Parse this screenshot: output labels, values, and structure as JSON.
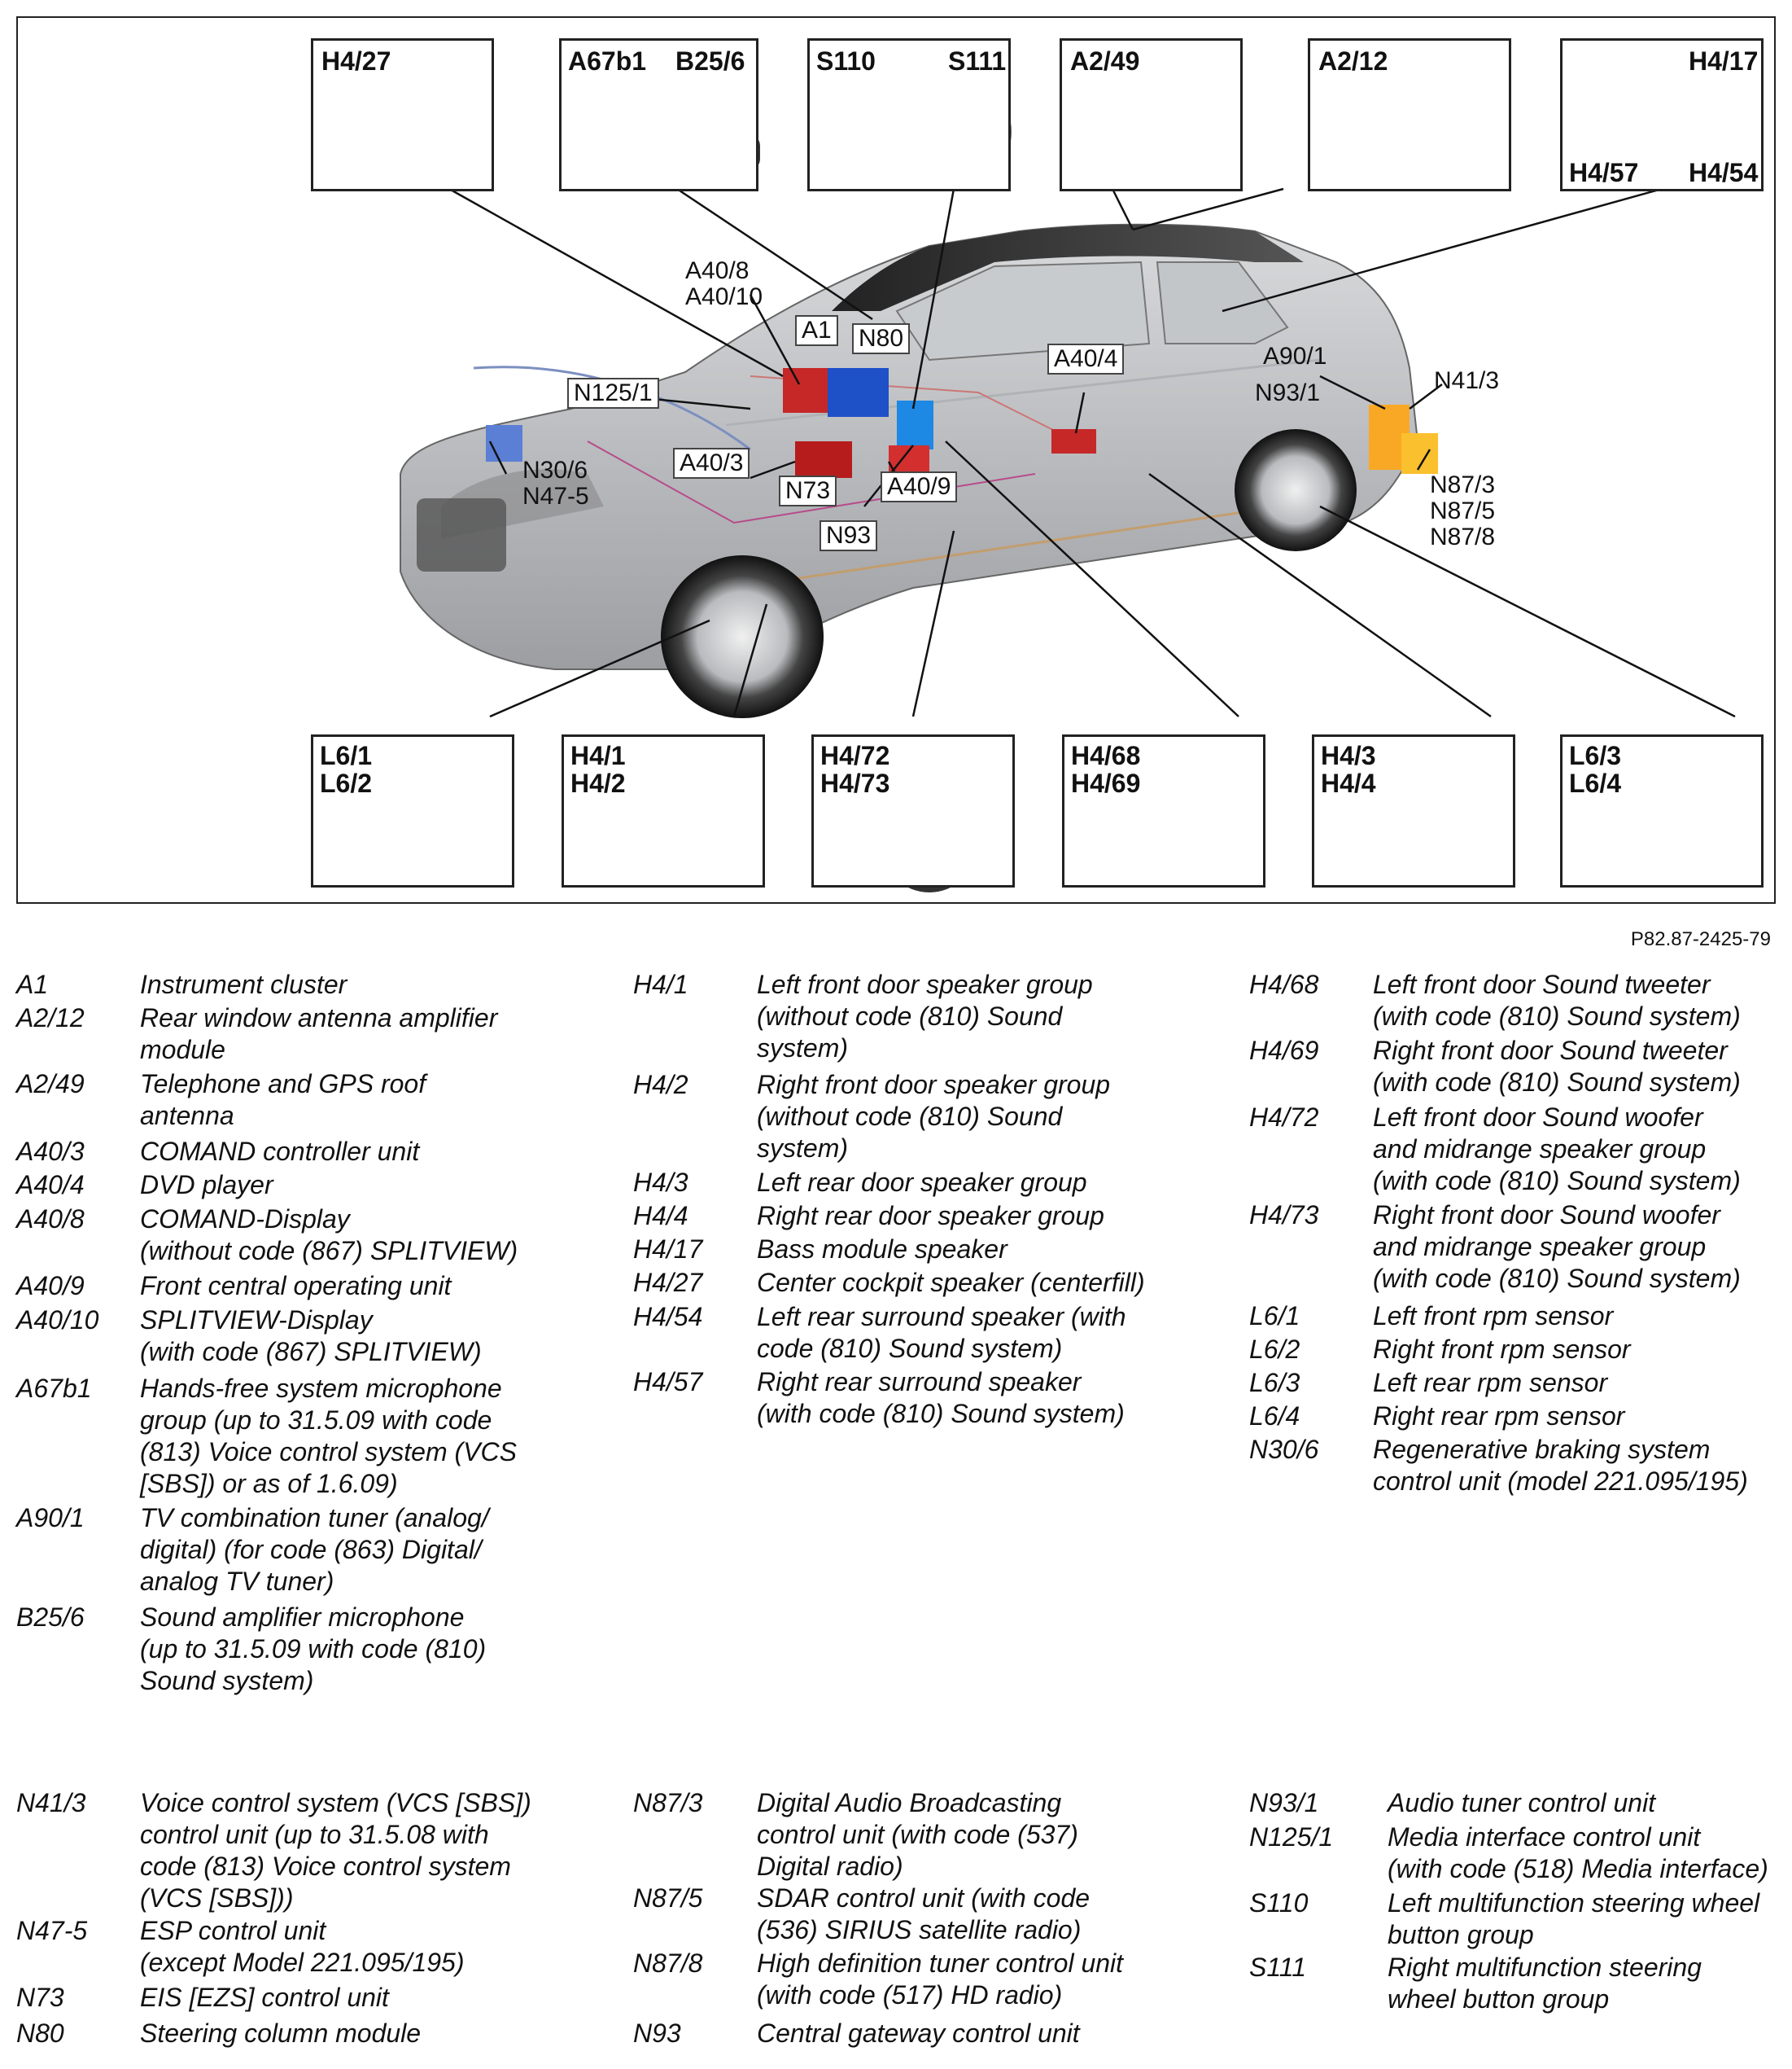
{
  "figure_id": "P82.87-2425-79",
  "top_boxes": [
    {
      "labels": [
        "H4/27"
      ],
      "name": "speaker-puck"
    },
    {
      "labels": [
        "A67b1",
        "B25/6"
      ],
      "name": "mirror"
    },
    {
      "labels": [
        "S110",
        "S111"
      ],
      "name": "steering-wheel"
    },
    {
      "labels": [
        "A2/49"
      ],
      "name": "shark-antenna"
    },
    {
      "labels": [
        "A2/12"
      ],
      "name": "antenna-strip"
    },
    {
      "labels": [
        "H4/17",
        "H4/57",
        "H4/54"
      ],
      "name": "bass-module"
    }
  ],
  "bottom_boxes": [
    {
      "labels": [
        "L6/1\nL6/2"
      ],
      "name": "rpm-sensor"
    },
    {
      "labels": [
        "H4/1\nH4/2"
      ],
      "name": "speaker-group"
    },
    {
      "labels": [
        "H4/72\nH4/73"
      ],
      "name": "woofer"
    },
    {
      "labels": [
        "H4/68\nH4/69"
      ],
      "name": "tweeter"
    },
    {
      "labels": [
        "H4/3\nH4/4"
      ],
      "name": "rear-speaker"
    },
    {
      "labels": [
        "L6/3\nL6/4"
      ],
      "name": "rpm-sensor-rear"
    }
  ],
  "callouts": [
    {
      "text": "A40/8\nA40/10",
      "boxed": false
    },
    {
      "text": "A1",
      "boxed": true
    },
    {
      "text": "N80",
      "boxed": true
    },
    {
      "text": "N125/1",
      "boxed": true
    },
    {
      "text": "N30/6\nN47-5",
      "boxed": false
    },
    {
      "text": "A40/3",
      "boxed": true
    },
    {
      "text": "N73",
      "boxed": true
    },
    {
      "text": "A40/9",
      "boxed": true
    },
    {
      "text": "N93",
      "boxed": true
    },
    {
      "text": "A40/4",
      "boxed": true
    },
    {
      "text": "A90/1",
      "boxed": false
    },
    {
      "text": "N93/1",
      "boxed": false
    },
    {
      "text": "N41/3",
      "boxed": false
    },
    {
      "text": "N87/3\nN87/5\nN87/8",
      "boxed": false
    }
  ],
  "legend": [
    {
      "code": "A1",
      "desc": "Instrument cluster"
    },
    {
      "code": "A2/12",
      "desc": "Rear window antenna amplifier\nmodule"
    },
    {
      "code": "A2/49",
      "desc": "Telephone and GPS roof\nantenna"
    },
    {
      "code": "A40/3",
      "desc": "COMAND controller unit"
    },
    {
      "code": "A40/4",
      "desc": "DVD player"
    },
    {
      "code": "A40/8",
      "desc": "COMAND-Display\n(without code (867) SPLITVIEW)"
    },
    {
      "code": "A40/9",
      "desc": "Front central operating unit"
    },
    {
      "code": "A40/10",
      "desc": "SPLITVIEW-Display\n(with code (867) SPLITVIEW)"
    },
    {
      "code": "A67b1",
      "desc": "Hands-free system microphone\ngroup (up to 31.5.09 with code\n(813) Voice control system (VCS\n[SBS]) or as of 1.6.09)"
    },
    {
      "code": "A90/1",
      "desc": "TV combination tuner (analog/\ndigital) (for code (863) Digital/\nanalog TV tuner)"
    },
    {
      "code": "B25/6",
      "desc": "Sound amplifier microphone\n(up to 31.5.09 with code (810)\nSound system)"
    },
    {
      "code": "H4/1",
      "desc": "Left front door speaker group\n(without code (810) Sound\nsystem)"
    },
    {
      "code": "H4/2",
      "desc": "Right front door speaker group\n(without code (810) Sound\nsystem)"
    },
    {
      "code": "H4/3",
      "desc": "Left rear door speaker group"
    },
    {
      "code": "H4/4",
      "desc": "Right rear door speaker group"
    },
    {
      "code": "H4/17",
      "desc": "Bass module speaker"
    },
    {
      "code": "H4/27",
      "desc": "Center cockpit speaker (centerfill)"
    },
    {
      "code": "H4/54",
      "desc": "Left rear surround speaker (with\ncode (810) Sound system)"
    },
    {
      "code": "H4/57",
      "desc": "Right rear surround speaker\n(with code (810) Sound system)"
    },
    {
      "code": "H4/68",
      "desc": "Left front door Sound tweeter\n(with code (810) Sound system)"
    },
    {
      "code": "H4/69",
      "desc": "Right front door Sound tweeter\n(with code (810) Sound system)"
    },
    {
      "code": "H4/72",
      "desc": "Left front door Sound woofer\nand midrange speaker group\n(with code (810) Sound system)"
    },
    {
      "code": "H4/73",
      "desc": "Right front door Sound woofer\nand midrange speaker group\n(with code (810) Sound system)"
    },
    {
      "code": "L6/1",
      "desc": "Left front rpm sensor"
    },
    {
      "code": "L6/2",
      "desc": "Right front rpm sensor"
    },
    {
      "code": "L6/3",
      "desc": "Left rear rpm sensor"
    },
    {
      "code": "L6/4",
      "desc": "Right rear rpm sensor"
    },
    {
      "code": "N30/6",
      "desc": "Regenerative braking system\ncontrol unit (model 221.095/195)"
    },
    {
      "code": "N41/3",
      "desc": "Voice control system (VCS [SBS])\ncontrol unit (up to 31.5.08 with\ncode (813) Voice control system\n(VCS [SBS]))"
    },
    {
      "code": "N47-5",
      "desc": "ESP control unit\n(except Model 221.095/195)"
    },
    {
      "code": "N73",
      "desc": "EIS [EZS] control unit"
    },
    {
      "code": "N80",
      "desc": "Steering column module"
    },
    {
      "code": "N87/3",
      "desc": "Digital Audio Broadcasting\ncontrol unit (with code (537)\nDigital radio)"
    },
    {
      "code": "N87/5",
      "desc": "SDAR control unit (with code\n(536) SIRIUS satellite radio)"
    },
    {
      "code": "N87/8",
      "desc": "High definition tuner control unit\n(with code (517) HD radio)"
    },
    {
      "code": "N93",
      "desc": "Central gateway control unit"
    },
    {
      "code": "N93/1",
      "desc": "Audio tuner control unit"
    },
    {
      "code": "N125/1",
      "desc": "Media interface control unit\n(with code (518) Media interface)"
    },
    {
      "code": "S110",
      "desc": "Left multifunction steering wheel\nbutton group"
    },
    {
      "code": "S111",
      "desc": "Right multifunction steering\nwheel button group"
    }
  ]
}
